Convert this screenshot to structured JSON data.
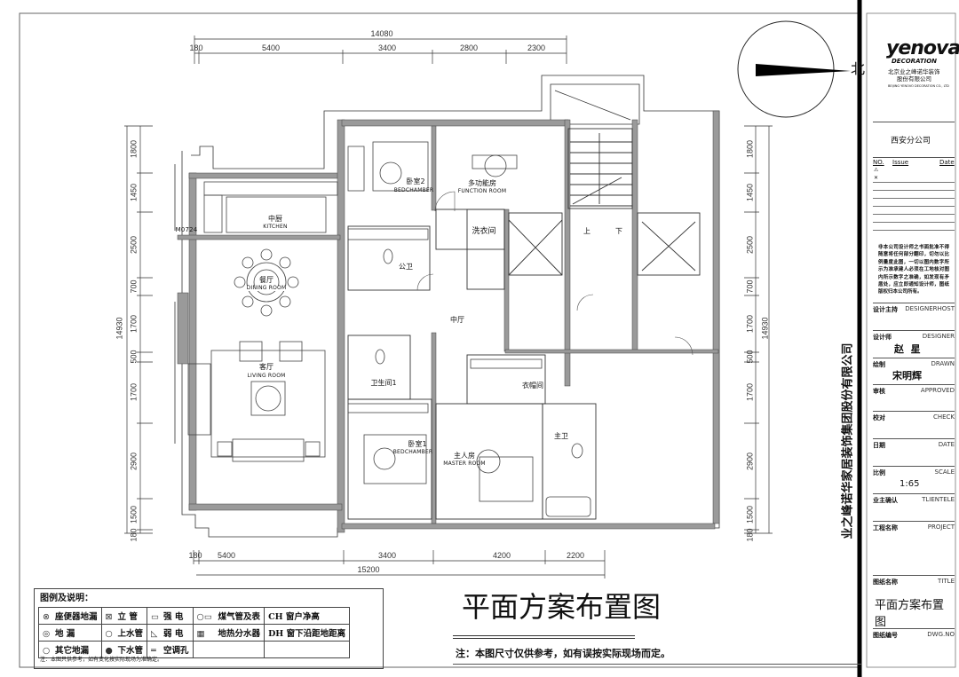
{
  "dimensions": {
    "top_total": "14080",
    "top_segments": [
      "180",
      "5400",
      "3400",
      "2800",
      "2300"
    ],
    "bottom_total": "15200",
    "bottom_segments": [
      "180",
      "5400",
      "3400",
      "4200",
      "2200"
    ],
    "left_total": "14930",
    "side_segments": [
      "1800",
      "1450",
      "2500",
      "700",
      "1700",
      "500",
      "1700",
      "2900",
      "1500",
      "180"
    ]
  },
  "rooms": {
    "kitchen": {
      "cn": "中厨",
      "en": "KITCHEN"
    },
    "dining": {
      "cn": "餐厅",
      "en": "DINING ROOM"
    },
    "living": {
      "cn": "客厅",
      "en": "LIVING ROOM"
    },
    "bedroom2": {
      "cn": "卧室2",
      "en": "BEDCHAMBER"
    },
    "public_bath": {
      "cn": "公卫"
    },
    "function_room": {
      "cn": "多功能房",
      "en": "FUNCTION ROOM"
    },
    "laundry": {
      "cn": "洗衣间"
    },
    "hall": {
      "cn": "中厅"
    },
    "bath1": {
      "cn": "卫生间1"
    },
    "bedroom1": {
      "cn": "卧室1",
      "en": "BEDCHAMBER"
    },
    "master": {
      "cn": "主人房",
      "en": "MASTER ROOM"
    },
    "closet": {
      "cn": "衣帽间"
    },
    "master_bath": {
      "cn": "主卫"
    },
    "stair_up": "上",
    "stair_down": "下",
    "door_code": "M0724"
  },
  "north_label": "北",
  "vertical_company": "业之峰诺华家居装饰集团股份有限公司",
  "title_block": {
    "logo": "yenova",
    "logo_sub": "DECORATION",
    "company_cn_1": "北京业之峰诺华装饰",
    "company_cn_2": "股份有限公司",
    "company_en": "BEIJING YENOVO DECORATION CO., LTD",
    "branch": "西安分公司",
    "issue_headers": [
      "NO.",
      "Issue",
      "Date"
    ],
    "issue_marks": [
      "⚠",
      "✕"
    ],
    "disclaimer": "非本公司设计师之书面批准不得随意将任何部分翻印，切勿以比例量度此图，一切以图内数字所示为准承建人必须在工地核对图内所示数字之准确，如发现有矛盾处，应立即通知设计师，图纸版权归本公司所有。",
    "rows": [
      {
        "cn": "设计主持",
        "en": "DESIGNERHOST",
        "value": ""
      },
      {
        "cn": "设计师",
        "en": "DESIGNER",
        "value": "赵  星"
      },
      {
        "cn": "绘制",
        "en": "DRAWN",
        "value": "宋明辉"
      },
      {
        "cn": "审核",
        "en": "APPROVED",
        "value": ""
      },
      {
        "cn": "校对",
        "en": "CHECK",
        "value": ""
      },
      {
        "cn": "日期",
        "en": "DATE",
        "value": ""
      },
      {
        "cn": "比例",
        "en": "SCALE",
        "value": "1:65"
      },
      {
        "cn": "业主确认",
        "en": "TLIENTELE",
        "value": ""
      },
      {
        "cn": "工程名称",
        "en": "PROJECT",
        "value": ""
      },
      {
        "cn": "图纸名称",
        "en": "TITLE",
        "value": "平面方案布置图"
      },
      {
        "cn": "图纸编号",
        "en": "DWG.NO",
        "value": ""
      }
    ]
  },
  "drawing_title": "平面方案布置图",
  "drawing_note": "注：本图尺寸仅供参考，如有误按实际现场而定。",
  "legend": {
    "title": "图例及说明：",
    "rows": [
      [
        {
          "sym": "⊗",
          "label": "座便器地漏"
        },
        {
          "sym": "⊠",
          "label": "立  管"
        },
        {
          "sym": "▭",
          "label": "强  电"
        },
        {
          "sym": "○▭",
          "label": "煤气管及表"
        },
        {
          "sym": "",
          "label": "CH  窗户净高"
        }
      ],
      [
        {
          "sym": "◎",
          "label": "地  漏"
        },
        {
          "sym": "○",
          "label": "上水管"
        },
        {
          "sym": "◺",
          "label": "弱  电"
        },
        {
          "sym": "▦",
          "label": "地热分水器"
        },
        {
          "sym": "",
          "label": "DH  窗下沿距地距离"
        }
      ],
      [
        {
          "sym": "○",
          "label": "其它地漏"
        },
        {
          "sym": "●",
          "label": "下水管"
        },
        {
          "sym": "═",
          "label": "空调孔"
        },
        {
          "sym": "",
          "label": ""
        },
        {
          "sym": "",
          "label": ""
        }
      ]
    ],
    "note": "注：本图只供参考，如有变化按实际现场为准确定。"
  }
}
